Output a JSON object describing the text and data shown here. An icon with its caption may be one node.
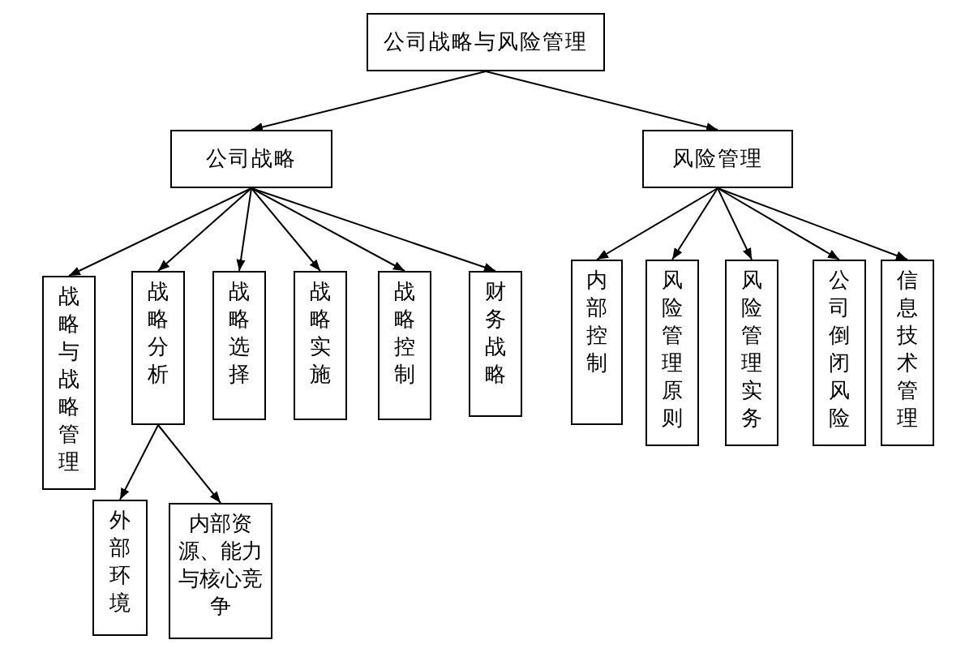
{
  "diagram": {
    "nodes": [
      {
        "text": [
          "公司战略与风险管理"
        ]
      },
      {
        "text": [
          "公司战略"
        ]
      },
      {
        "text": [
          "风险管理"
        ]
      },
      {
        "text": [
          "战略与战略管理"
        ]
      },
      {
        "text": [
          "战略分析"
        ]
      },
      {
        "text": [
          "战略选择"
        ]
      },
      {
        "text": [
          "战略实施"
        ]
      },
      {
        "text": [
          "战略控制"
        ]
      },
      {
        "text": [
          "财务战略"
        ]
      },
      {
        "text": [
          "内部控制"
        ]
      },
      {
        "text": [
          "风险管理原则"
        ]
      },
      {
        "text": [
          "风险管理实务"
        ]
      },
      {
        "text": [
          "公司倒闭风险"
        ]
      },
      {
        "text": [
          "信息技术管理"
        ]
      },
      {
        "text": [
          "外部环境"
        ]
      },
      {
        "text": [
          "内部资源、能力与核心竞争"
        ]
      }
    ],
    "edges": [
      {
        "from": 0,
        "to": 1,
        "arrow": "to"
      },
      {
        "from": 0,
        "to": 2,
        "arrow": "to"
      },
      {
        "from": 1,
        "to": 3,
        "arrow": "to"
      },
      {
        "from": 1,
        "to": 4,
        "arrow": "to"
      },
      {
        "from": 1,
        "to": 5,
        "arrow": "to"
      },
      {
        "from": 1,
        "to": 6,
        "arrow": "to"
      },
      {
        "from": 1,
        "to": 7,
        "arrow": "to"
      },
      {
        "from": 1,
        "to": 8,
        "arrow": "to"
      },
      {
        "from": 2,
        "to": 9,
        "arrow": "to"
      },
      {
        "from": 2,
        "to": 10,
        "arrow": "to"
      },
      {
        "from": 2,
        "to": 11,
        "arrow": "to"
      },
      {
        "from": 2,
        "to": 12,
        "arrow": "to"
      },
      {
        "from": 2,
        "to": 13,
        "arrow": "to"
      },
      {
        "from": 4,
        "to": 14,
        "arrow": "to"
      },
      {
        "from": 4,
        "to": 15,
        "arrow": "to"
      }
    ]
  }
}
